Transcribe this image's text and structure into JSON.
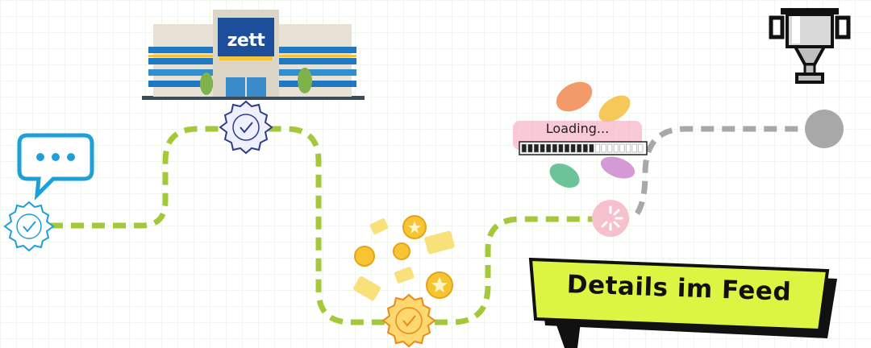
{
  "building": {
    "logo_text": "zett"
  },
  "loading": {
    "label": "Loading...",
    "progress": 0.58,
    "segments": 20
  },
  "feed_banner": {
    "label": "Details im Feed"
  },
  "colors": {
    "path_green": "#a3c93a",
    "path_gray": "#a8a8a8",
    "chat_blue": "#1e9fd8",
    "gear_navy": "#2f3c8c",
    "gear_gold": "#f7c531",
    "gear_pink": "#f4a6b8",
    "banner_lime": "#dcf542"
  },
  "icons": [
    "chat-bubble-icon",
    "check-gear-icon",
    "office-building-icon",
    "coins-icon",
    "loading-spinner-icon",
    "trophy-icon",
    "handprint-splash-icon"
  ]
}
